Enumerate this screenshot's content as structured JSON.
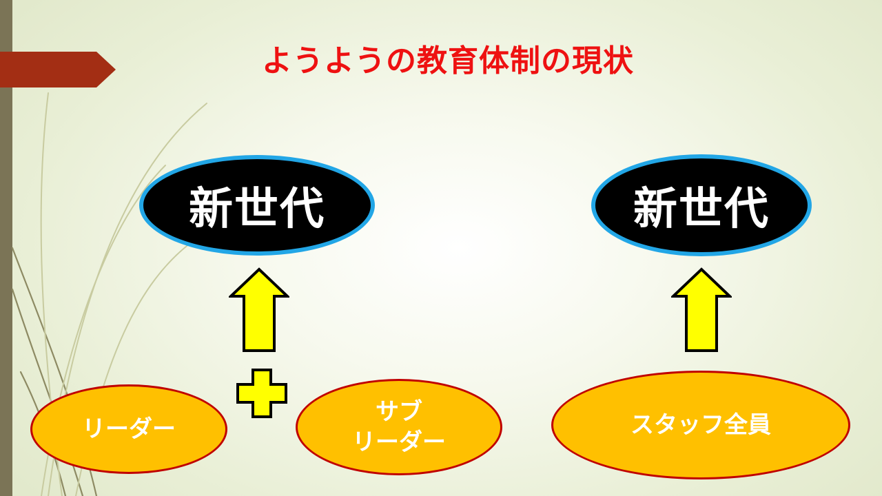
{
  "slide": {
    "title": "ようようの教育体制の現状",
    "title_color": "#ee1111"
  },
  "diagram": {
    "left_group": {
      "target": "新世代",
      "sources": [
        {
          "line1": "リーダー"
        },
        {
          "line1": "サブ",
          "line2": "リーダー"
        }
      ],
      "combiner_icon": "plus-icon"
    },
    "right_group": {
      "target": "新世代",
      "sources": [
        {
          "line1": "スタッフ全員"
        }
      ]
    },
    "arrow_icon": "up-arrow-icon",
    "colors": {
      "target_fill": "#000000",
      "target_border": "#22a6e6",
      "source_fill": "#ffc000",
      "source_border": "#c00000",
      "arrow_fill": "#ffff00",
      "accent_banner": "#a32e14"
    }
  }
}
